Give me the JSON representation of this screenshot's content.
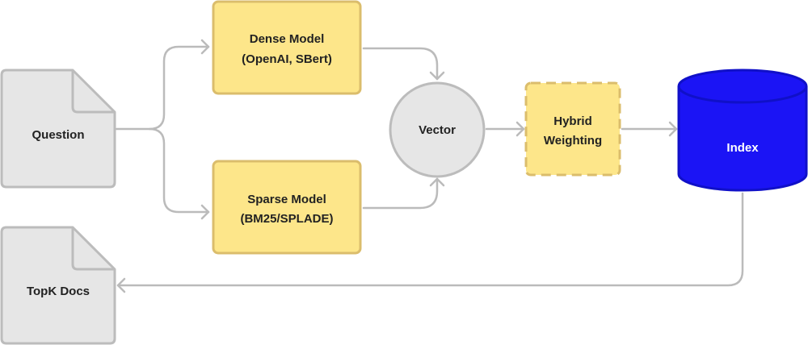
{
  "diagram": {
    "type": "flowchart",
    "colors": {
      "doc_fill": "#e6e6e6",
      "doc_stroke": "#bcbcbc",
      "model_fill": "#fde68a",
      "model_stroke": "#dbbd6c",
      "index_fill": "#1b14f5",
      "index_stroke": "#1010c8",
      "connector": "#bbbbbb"
    },
    "nodes": {
      "question": {
        "label": "Question",
        "shape": "document"
      },
      "dense_model": {
        "line1": "Dense Model",
        "line2": "(OpenAI, SBert)",
        "shape": "rounded-rect"
      },
      "sparse_model": {
        "line1": "Sparse Model",
        "line2": "(BM25/SPLADE)",
        "shape": "rounded-rect"
      },
      "vector": {
        "label": "Vector",
        "shape": "circle"
      },
      "hybrid_weighting": {
        "line1": "Hybrid",
        "line2": "Weighting",
        "shape": "dashed-rounded-rect"
      },
      "index": {
        "label": "Index",
        "shape": "database-cylinder"
      },
      "topk_docs": {
        "label": "TopK Docs",
        "shape": "document"
      }
    },
    "edges": [
      {
        "from": "Question",
        "to": "Dense Model"
      },
      {
        "from": "Question",
        "to": "Sparse Model"
      },
      {
        "from": "Dense Model",
        "to": "Vector"
      },
      {
        "from": "Sparse Model",
        "to": "Vector"
      },
      {
        "from": "Vector",
        "to": "Hybrid Weighting"
      },
      {
        "from": "Hybrid Weighting",
        "to": "Index"
      },
      {
        "from": "Index",
        "to": "TopK Docs"
      }
    ]
  }
}
